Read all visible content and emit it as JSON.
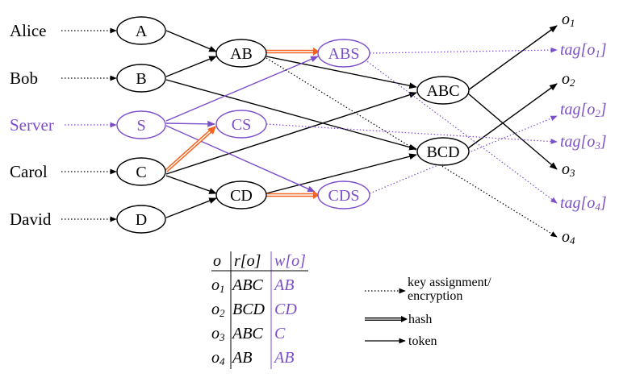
{
  "colors": {
    "black": "#000000",
    "purple": "#7b4fc9",
    "orange": "#f26522"
  },
  "users": {
    "alice": "Alice",
    "bob": "Bob",
    "server": "Server",
    "carol": "Carol",
    "david": "David"
  },
  "nodes": {
    "a": "A",
    "b": "B",
    "s": "S",
    "c": "C",
    "d": "D",
    "ab": "AB",
    "cs": "CS",
    "cd": "CD",
    "abs": "ABS",
    "cds": "CDS",
    "abc": "ABC",
    "bcd": "BCD"
  },
  "outputs": {
    "o1": "o",
    "o1_sub": "1",
    "tag_o1_pre": "tag[o",
    "tag_o1_sub": "1",
    "tag_o1_post": "]",
    "o2": "o",
    "o2_sub": "2",
    "tag_o2_pre": "tag[o",
    "tag_o2_sub": "2",
    "tag_o2_post": "]",
    "tag_o3_pre": "tag[o",
    "tag_o3_sub": "3",
    "tag_o3_post": "]",
    "o3": "o",
    "o3_sub": "3",
    "tag_o4_pre": "tag[o",
    "tag_o4_sub": "4",
    "tag_o4_post": "]",
    "o4": "o",
    "o4_sub": "4"
  },
  "table": {
    "header": {
      "o": "o",
      "r": "r[o]",
      "w": "w[o]"
    },
    "rows": [
      {
        "o": "o",
        "sub": "1",
        "r": "ABC",
        "w": "AB"
      },
      {
        "o": "o",
        "sub": "2",
        "r": "BCD",
        "w": "CD"
      },
      {
        "o": "o",
        "sub": "3",
        "r": "ABC",
        "w": "C"
      },
      {
        "o": "o",
        "sub": "4",
        "r": "AB",
        "w": "AB"
      }
    ]
  },
  "legend": {
    "key_line1": "key assignment/",
    "key_line2": "encryption",
    "hash": "hash",
    "token": "token"
  }
}
